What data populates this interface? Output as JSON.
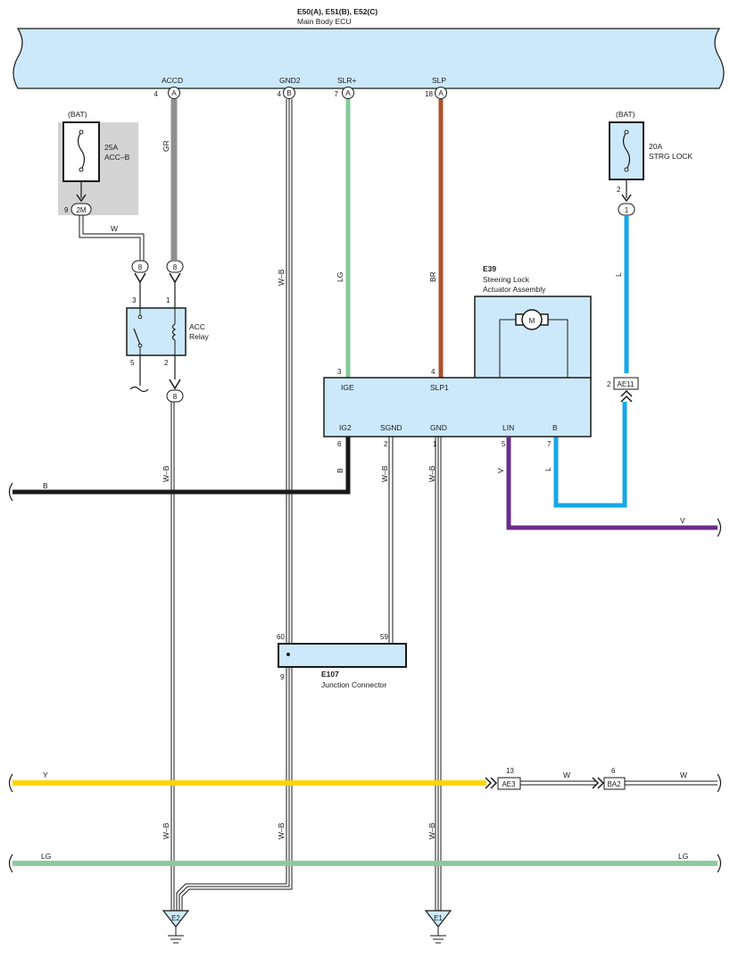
{
  "ecu": {
    "connectors": "E50(A), E51(B), E52(C)",
    "name": "Main Body ECU",
    "pins": [
      {
        "terminal": "ACCD",
        "num": "4",
        "conn": "A"
      },
      {
        "terminal": "GND2",
        "num": "4",
        "conn": "B"
      },
      {
        "terminal": "SLR+",
        "num": "7",
        "conn": "A"
      },
      {
        "terminal": "SLP",
        "num": "18",
        "conn": "A"
      }
    ]
  },
  "fuse_acc": {
    "source": "(BAT)",
    "rating": "25A",
    "name": "ACC–B",
    "pin": "9",
    "conn": "2M"
  },
  "fuse_strg": {
    "source": "(BAT)",
    "rating": "20A",
    "name": "STRG LOCK",
    "pin": "2",
    "conn": "1"
  },
  "relay": {
    "name": "ACC",
    "name2": "Relay",
    "pins": [
      "3",
      "1",
      "5",
      "2"
    ],
    "conn": "8"
  },
  "actuator": {
    "id": "E39",
    "name": "Steering Lock",
    "name2": "Actuator Assembly",
    "motor": "M",
    "terminals_top": [
      {
        "label": "IGE",
        "pin": "3"
      },
      {
        "label": "SLP1",
        "pin": "4"
      }
    ],
    "terminals_bottom": [
      {
        "label": "IG2",
        "pin": "6"
      },
      {
        "label": "SGND",
        "pin": "2"
      },
      {
        "label": "GND",
        "pin": "1"
      },
      {
        "label": "LIN",
        "pin": "5"
      },
      {
        "label": "B",
        "pin": "7"
      }
    ]
  },
  "ae11": {
    "pin": "2",
    "conn": "AE11"
  },
  "junction": {
    "id": "E107",
    "name": "Junction Connector",
    "pin_left": "60",
    "pin_right": "59",
    "pin_bottom": "9"
  },
  "inline_connectors": [
    {
      "conn": "AE3",
      "pin": "13"
    },
    {
      "conn": "BA2",
      "pin": "6"
    }
  ],
  "grounds": [
    "E2",
    "E1"
  ],
  "wires": {
    "gr": "GR",
    "lg": "LG",
    "br": "BR",
    "l": "L",
    "w": "W",
    "wb": "W–B",
    "b": "B",
    "v": "V",
    "y": "Y"
  },
  "colors": {
    "ecu_fill": "#cce9fb",
    "wire_gray": "#8f8f8f",
    "wire_lightgreen": "#86c99b",
    "wire_brown": "#a9522c",
    "wire_blue": "#16a7e8",
    "wire_purple": "#6a2c8e",
    "wire_black": "#1a1a1a",
    "wire_yellow": "#ffd600",
    "wire_lg": "#8ccc9c",
    "fuse_panel": "#d3d3d3"
  }
}
